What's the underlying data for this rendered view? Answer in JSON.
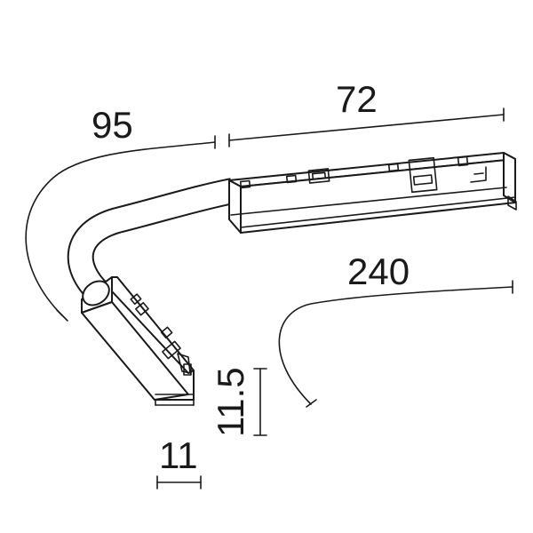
{
  "dimensions": {
    "top_length": "72",
    "curve_length": "95",
    "cable_length": "240",
    "height": "11.5",
    "width": "11"
  },
  "colors": {
    "line": "#1a1a1a",
    "background": "#ffffff"
  }
}
